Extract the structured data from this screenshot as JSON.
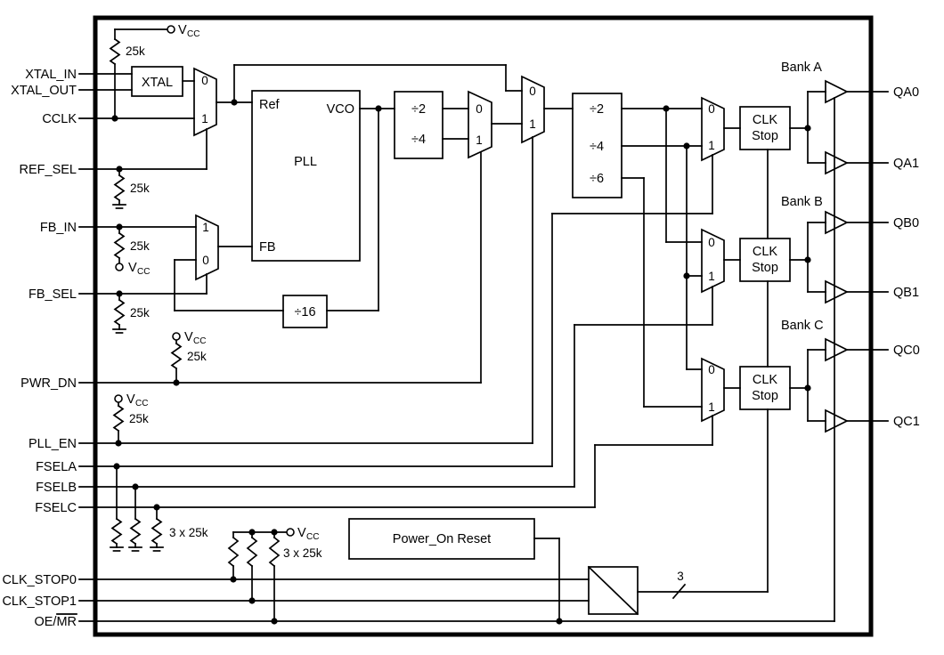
{
  "ic": {
    "pins_left": [
      "XTAL_IN",
      "XTAL_OUT",
      "CCLK",
      "REF_SEL",
      "FB_IN",
      "FB_SEL",
      "PWR_DN",
      "PLL_EN",
      "FSELA",
      "FSELB",
      "FSELC",
      "CLK_STOP0",
      "CLK_STOP1",
      "OE/MR"
    ],
    "pins_right": [
      "QA0",
      "QA1",
      "QB0",
      "QB1",
      "QC0",
      "QC1"
    ],
    "banks": [
      "Bank A",
      "Bank B",
      "Bank C"
    ],
    "blocks": {
      "xtal": "XTAL",
      "pll": "PLL",
      "pll_ports": {
        "ref": "Ref",
        "vco": "VCO",
        "fb": "FB"
      },
      "divider1": [
        "÷2",
        "÷4"
      ],
      "divider2": [
        "÷2",
        "÷4",
        "÷6"
      ],
      "div16": "÷16",
      "clk_stop": [
        "CLK",
        "Stop"
      ],
      "por": "Power_On Reset"
    },
    "mux": {
      "zero": "0",
      "one": "1"
    },
    "labels": {
      "r25k": "25k",
      "r3x25k": "3 x 25k",
      "vcc_v": "V",
      "vcc_cc": "CC",
      "bus_width": "3"
    }
  }
}
